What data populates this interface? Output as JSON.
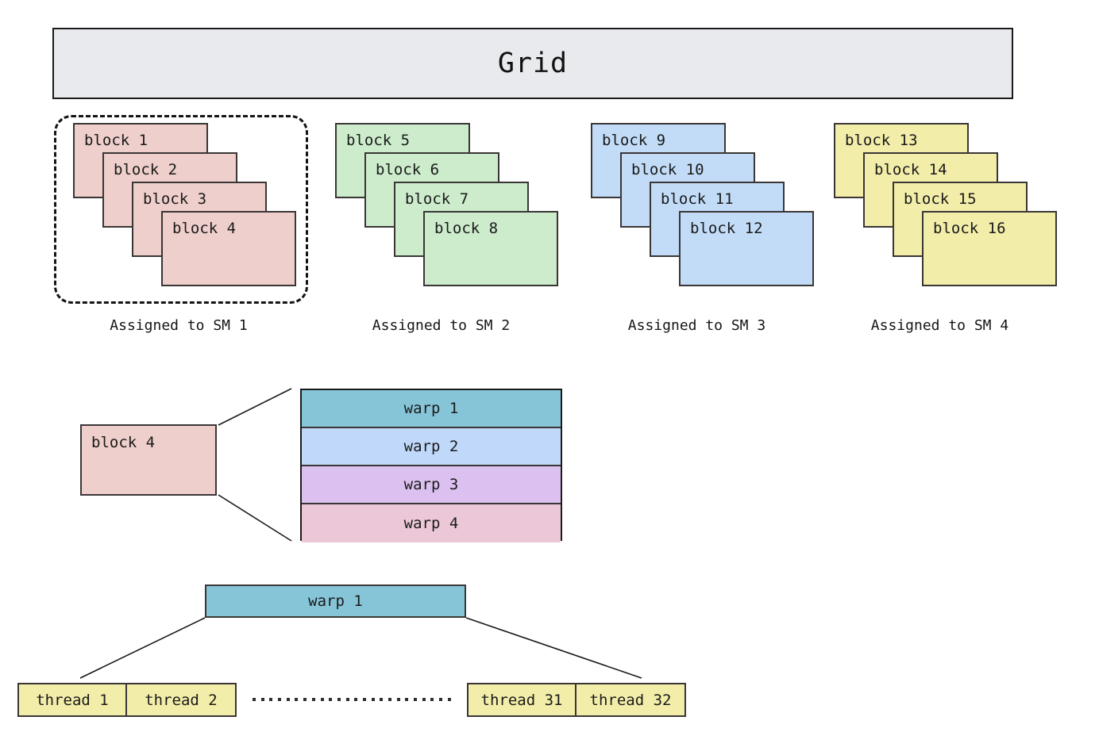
{
  "header": {
    "title": "Grid"
  },
  "sm_groups": [
    {
      "caption": "Assigned to SM 1",
      "color": "#eecfcb",
      "dashed": true,
      "blocks": [
        "block 1",
        "block 2",
        "block 3",
        "block 4"
      ]
    },
    {
      "caption": "Assigned to SM 2",
      "color": "#cceccc",
      "dashed": false,
      "blocks": [
        "block 5",
        "block 6",
        "block 7",
        "block 8"
      ]
    },
    {
      "caption": "Assigned to SM 3",
      "color": "#c2dcf8",
      "dashed": false,
      "blocks": [
        "block 9",
        "block 10",
        "block 11",
        "block 12"
      ]
    },
    {
      "caption": "Assigned to SM 4",
      "color": "#f2eda9",
      "dashed": false,
      "blocks": [
        "block 13",
        "block 14",
        "block 15",
        "block 16"
      ]
    }
  ],
  "block_detail": {
    "block_label": "block 4",
    "block_color": "#eecfcb",
    "warps": [
      {
        "label": "warp 1",
        "color": "#86c5d8"
      },
      {
        "label": "warp 2",
        "color": "#c0d9fa"
      },
      {
        "label": "warp 3",
        "color": "#dcc1f0"
      },
      {
        "label": "warp 4",
        "color": "#ebc7d7"
      }
    ]
  },
  "warp_detail": {
    "warp_label": "warp 1",
    "warp_color": "#86c5d8",
    "threads_left": [
      "thread 1",
      "thread 2"
    ],
    "threads_right": [
      "thread 31",
      "thread 32"
    ],
    "ellipsis_dot_count": 24,
    "thread_color": "#f2eda9"
  },
  "colors": {
    "header_bg": "#e9eaee",
    "stroke": "#1a1a1a",
    "card_stroke": "#3a3636",
    "background": "#ffffff"
  }
}
